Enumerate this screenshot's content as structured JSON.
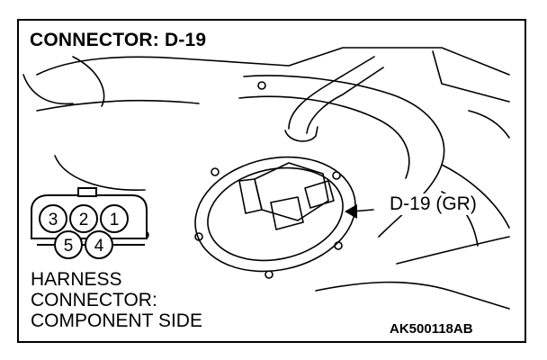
{
  "title": "CONNECTOR: D-19",
  "callout_label": "D-19 (GR)",
  "harness_caption": [
    "HARNESS",
    "CONNECTOR:",
    "COMPONENT SIDE"
  ],
  "figure_code": "AK500118AB",
  "connector_pins": {
    "top_row": [
      "3",
      "2",
      "1"
    ],
    "bottom_row": [
      "5",
      "4"
    ]
  }
}
